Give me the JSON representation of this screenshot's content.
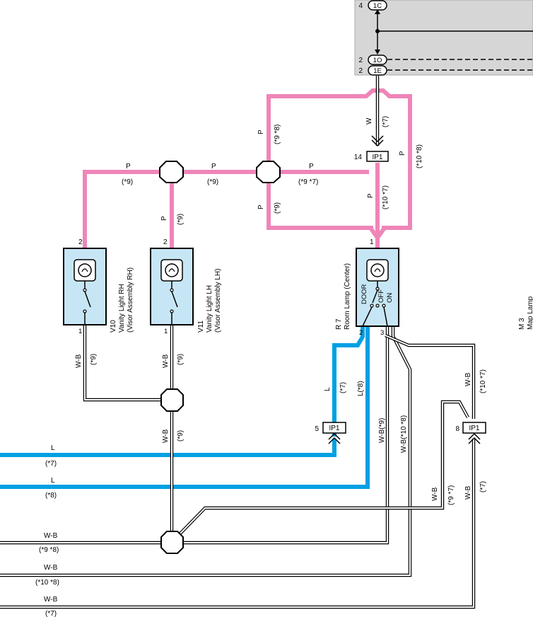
{
  "top_block": {
    "pin_4": "4",
    "conn_1c": "1C",
    "pin_2a": "2",
    "conn_1o": "1O",
    "pin_2b": "2",
    "conn_1e": "1E"
  },
  "components": {
    "v10": {
      "code": "V10",
      "name": "Vanity Light RH",
      "sub": "(Visor Assembly RH)",
      "pin_top": "2",
      "pin_bottom": "1"
    },
    "v11": {
      "code": "V11",
      "name": "Vanity Light LH",
      "sub": "(Visor Assembly LH)",
      "pin_top": "2",
      "pin_bottom": "1"
    },
    "r7": {
      "code": "R 7",
      "name": "Room Lamp (Center)",
      "pin_top": "1",
      "pin_2": "2",
      "pin_3": "3",
      "sw_door": "DOOR",
      "sw_off": "OFF",
      "sw_on": "ON"
    },
    "m3": {
      "code": "M 3",
      "name": "Map Lamp"
    }
  },
  "connectors": {
    "ip1_14": {
      "pin": "14",
      "label": "IP1"
    },
    "ip1_5": {
      "pin": "5",
      "label": "IP1"
    },
    "ip1_8": {
      "pin": "8",
      "label": "IP1"
    }
  },
  "wire_labels": {
    "w_top": "W",
    "w_top_note": "(*7)",
    "p_left_h": "P",
    "p_left_h_note": "(*9)",
    "p_mid_h": "P",
    "p_mid_h_note": "(*9)",
    "p_right_h": "P",
    "p_right_h_note": "(*9 *7)",
    "p_v11": "P",
    "p_v11_note": "(*9)",
    "p_up_v": "P",
    "p_up_v_note": "(*9 *8)",
    "p_down_v": "P",
    "p_down_v_note": "(*9)",
    "p_ip1_v": "P",
    "p_ip1_v_note": "(*10 *7)",
    "p_right_v": "P",
    "p_right_v_note": "(*10 *8)",
    "wb_v10": "W-B",
    "wb_v10_note": "(*9)",
    "wb_v11": "W-B",
    "wb_v11_note": "(*9)",
    "wb_joint": "W-B",
    "wb_joint_note": "(*9)",
    "l_r7": "L",
    "l_r7_note": "(*7)",
    "l_r7_b": "L(*8)",
    "wb_r7_9": "W-B(*9)",
    "wb_r7_10": "W-B(*10 *8)",
    "wb_ip1_top": "W-B",
    "wb_ip1_top_note": "(*10 *7)",
    "wb_ip1_bot": "W-B",
    "wb_ip1_bot_note": "(*7)",
    "wb_ip1_left": "W-B",
    "wb_ip1_left_note": "(*9 *7)",
    "bottom_l7": "L",
    "bottom_l7_note": "(*7)",
    "bottom_l8": "L",
    "bottom_l8_note": "(*8)",
    "bottom_wb98": "W-B",
    "bottom_wb98_note": "(*9 *8)",
    "bottom_wb108": "W-B",
    "bottom_wb108_note": "(*10 *8)",
    "bottom_wb7": "W-B",
    "bottom_wb7_note": "(*7)"
  },
  "colors": {
    "pink_wire": "#ef85b8",
    "blue_wire": "#00a0e3",
    "component_fill": "#c7e6f5",
    "block_fill": "#d6d6d6"
  }
}
